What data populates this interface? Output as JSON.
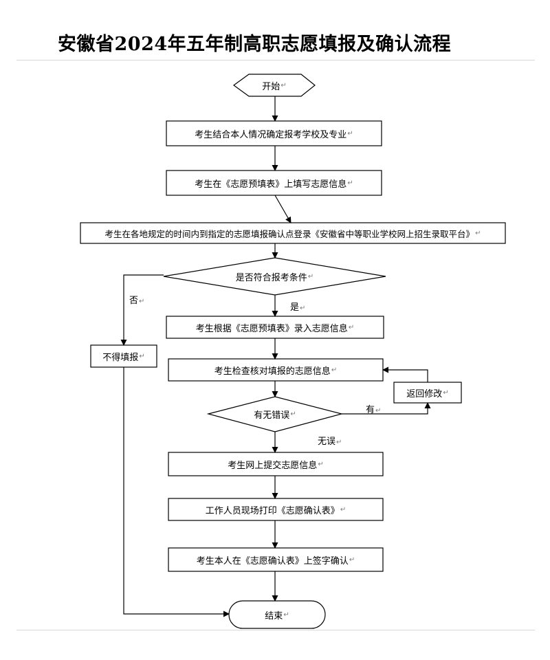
{
  "page": {
    "title": "安徽省2024年五年制高职志愿填报及确认流程"
  },
  "flow": {
    "start": "开始",
    "step1": "考生结合本人情况确定报考学校及专业",
    "step2": "考生在《志愿预填表》上填写志愿信息",
    "step3": "考生在各地规定的时间内到指定的志愿填报确认点登录《安徽省中等职业学校网上招生录取平台》",
    "decision1": "是否符合报考条件",
    "no_fill": "不得填报",
    "step4": "考生根据《志愿预填表》录入志愿信息",
    "step5": "考生检查核对填报的志愿信息",
    "decision2": "有无错误",
    "return_edit": "返回修改",
    "step6": "考生网上提交志愿信息",
    "step7": "工作人员现场打印《志愿确认表》",
    "step8": "考生本人在《志愿确认表》上签字确认",
    "end": "结束"
  },
  "edge_labels": {
    "no": "否",
    "yes": "是",
    "has_error": "有",
    "no_error": "无误"
  },
  "paragraph_mark": "↵"
}
